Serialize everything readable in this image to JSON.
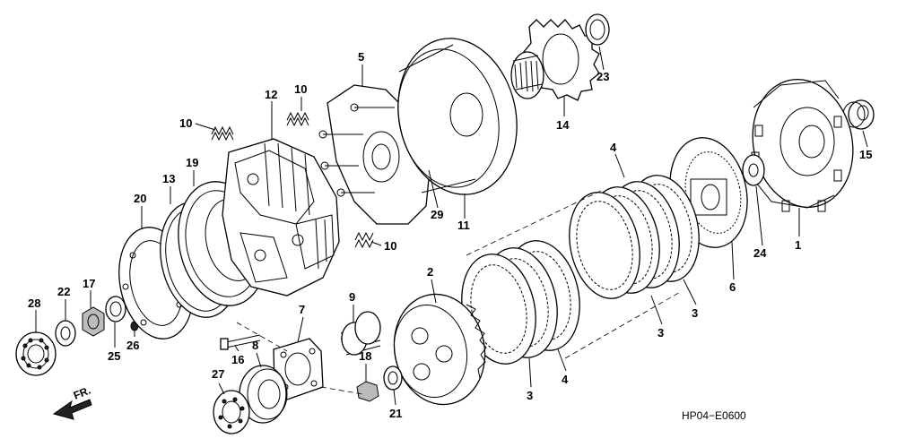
{
  "diagram_code": "HP04−E0600",
  "front_arrow_label": "FR.",
  "callouts": {
    "c1": "1",
    "c2": "2",
    "c3a": "3",
    "c3b": "3",
    "c3c": "3",
    "c4a": "4",
    "c4b": "4",
    "c5": "5",
    "c6": "6",
    "c7": "7",
    "c8": "8",
    "c9": "9",
    "c10a": "10",
    "c10b": "10",
    "c10c": "10",
    "c11": "11",
    "c12": "12",
    "c13": "13",
    "c14": "14",
    "c15": "15",
    "c16": "16",
    "c17": "17",
    "c18": "18",
    "c19": "19",
    "c20": "20",
    "c21": "21",
    "c22": "22",
    "c23": "23",
    "c24": "24",
    "c25": "25",
    "c26": "26",
    "c27": "27",
    "c28": "28",
    "c29": "29"
  }
}
